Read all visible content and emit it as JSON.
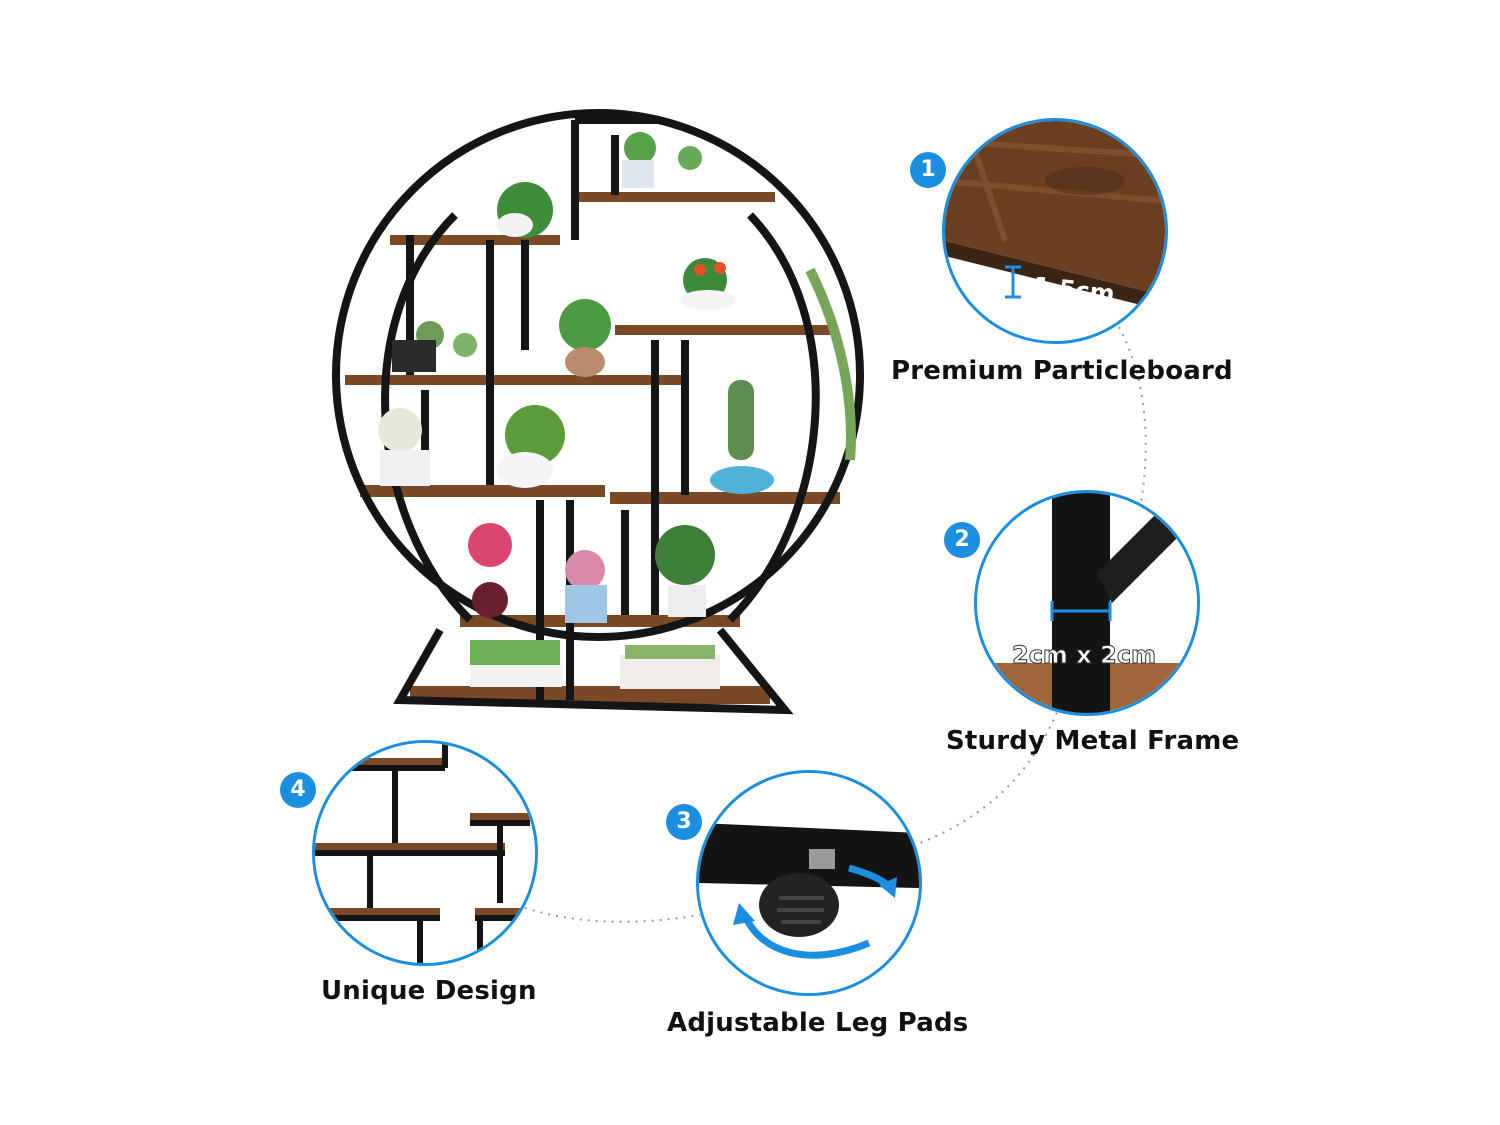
{
  "callouts": [
    {
      "number": "1",
      "title": "Premium Particleboard",
      "measure": "1.5cm"
    },
    {
      "number": "2",
      "title": "Sturdy Metal Frame",
      "measure": "2cm x 2cm"
    },
    {
      "number": "3",
      "title": "Adjustable Leg Pads"
    },
    {
      "number": "4",
      "title": "Unique Design"
    }
  ],
  "colors": {
    "accent": "#1b8ee0",
    "frame": "#151515",
    "wood": "#7a4a27"
  }
}
